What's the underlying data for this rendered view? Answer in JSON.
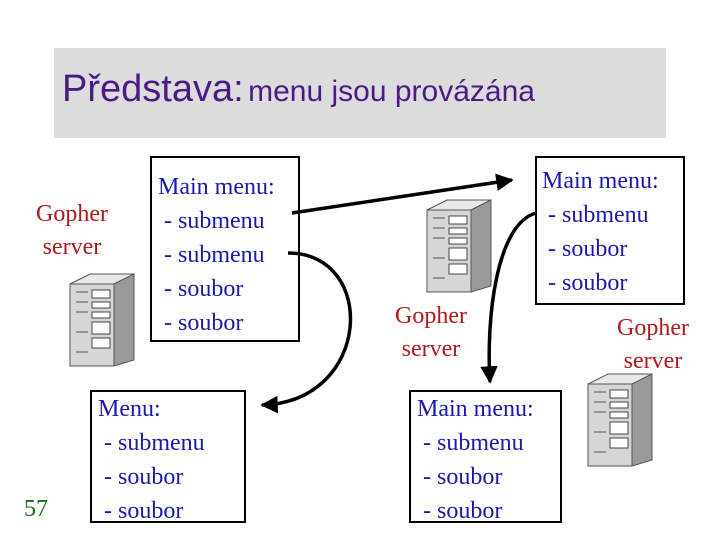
{
  "title": {
    "main": "Představa:",
    "sub": "menu jsou provázána"
  },
  "page_number": "57",
  "server_label": {
    "line1": "Gopher",
    "line2": "server"
  },
  "boxes": {
    "left_main": [
      "Main menu:",
      " - submenu",
      " - submenu",
      " - soubor",
      " - soubor"
    ],
    "bottom_left": [
      "Menu:",
      " - submenu",
      " - soubor",
      " - soubor"
    ],
    "right_main": [
      "Main menu:",
      " - submenu",
      " - soubor",
      " - soubor"
    ],
    "bottom_center": [
      "Main menu:",
      " - submenu",
      " - soubor",
      " - soubor"
    ]
  },
  "colors": {
    "title": "#4b1a86",
    "menu_text": "#1a1aa8",
    "server_label": "#b01a1a",
    "page_number": "#1a6a1a",
    "title_background": "#dcdcdc"
  },
  "icons": [
    "server-tower-icon"
  ]
}
